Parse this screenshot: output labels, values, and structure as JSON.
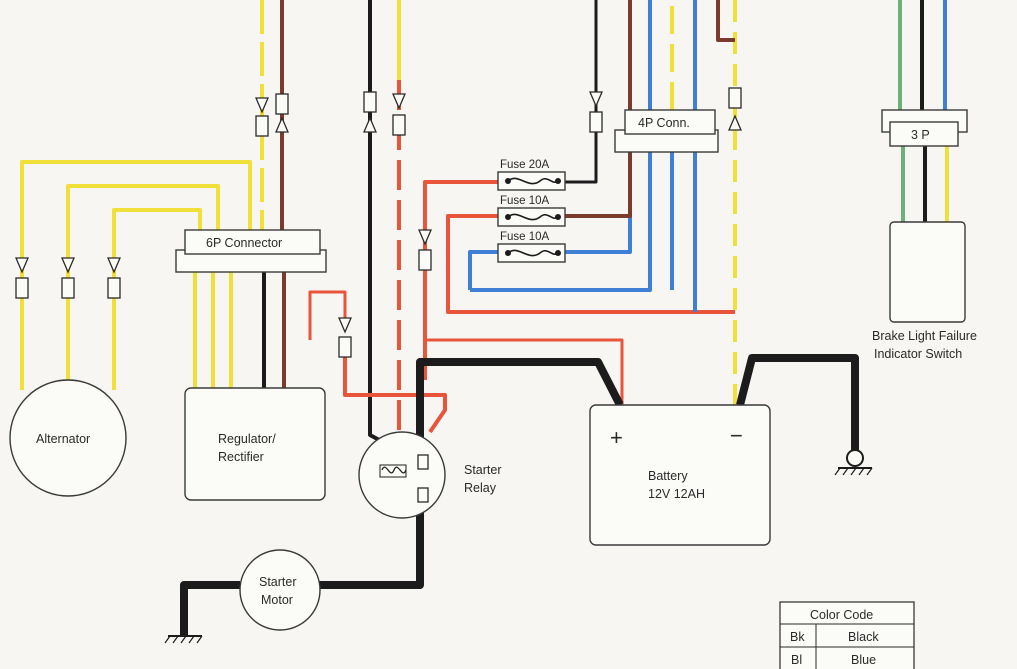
{
  "components": {
    "connector_6p": "6P Connector",
    "connector_4p": "4P Conn.",
    "connector_3p": "3 P",
    "fuse_20a": "Fuse 20A",
    "fuse_10a_1": "Fuse 10A",
    "fuse_10a_2": "Fuse 10A",
    "alternator": "Alternator",
    "regulator_line1": "Regulator/",
    "regulator_line2": "Rectifier",
    "starter_relay_line1": "Starter",
    "starter_relay_line2": "Relay",
    "starter_motor_line1": "Starter",
    "starter_motor_line2": "Motor",
    "battery_line1": "Battery",
    "battery_line2": "12V 12AH",
    "battery_plus": "+",
    "battery_minus": "−",
    "brake_switch_line1": "Brake Light Failure",
    "brake_switch_line2": "Indicator Switch"
  },
  "color_code": {
    "title": "Color Code",
    "rows": [
      {
        "code": "Bk",
        "name": "Black"
      },
      {
        "code": "Bl",
        "name": "Blue"
      }
    ]
  },
  "wire_colors": {
    "yellow": "#f2e03a",
    "red": "#e8553a",
    "blue": "#3f7fd6",
    "brown": "#7a3b2e",
    "black": "#1c1c1c",
    "green": "#6fb07a"
  }
}
